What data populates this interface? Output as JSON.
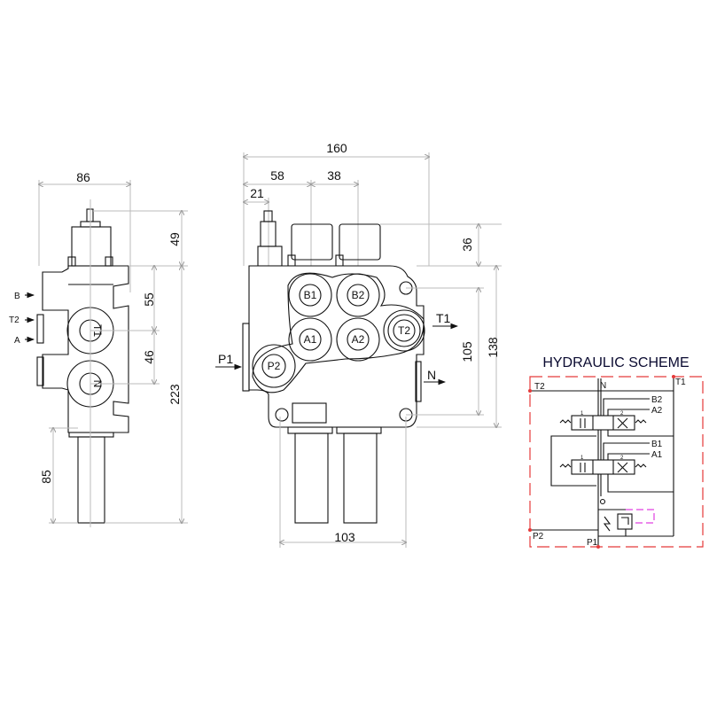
{
  "side_view": {
    "dims": {
      "width": "86",
      "top": "49",
      "height": "223",
      "upper": "55",
      "lower": "46",
      "shaft": "85"
    },
    "side_labels": {
      "b": "B",
      "t2": "T2",
      "a": "A"
    },
    "ports": {
      "t1": "T1",
      "n": "N"
    }
  },
  "front_view": {
    "dims": {
      "total_width": "160",
      "first_spool": "58",
      "spool_pitch": "38",
      "relief": "21",
      "spool_span": "103",
      "bonnet": "36",
      "height": "138",
      "hole_pitch": "105"
    },
    "ports": {
      "b1": "B1",
      "b2": "B2",
      "a1": "A1",
      "a2": "A2",
      "t2": "T2",
      "p2": "P2"
    },
    "flow_labels": {
      "p1": "P1",
      "t1": "T1",
      "n": "N"
    }
  },
  "scheme": {
    "title": "HYDRAULIC SCHEME",
    "labels": {
      "t2": "T2",
      "n": "N",
      "t1": "T1",
      "b2": "B2",
      "a2": "A2",
      "b1": "B1",
      "a1": "A1",
      "p2": "P2",
      "p1": "P1",
      "pos1": "1",
      "pos2": "2"
    }
  }
}
